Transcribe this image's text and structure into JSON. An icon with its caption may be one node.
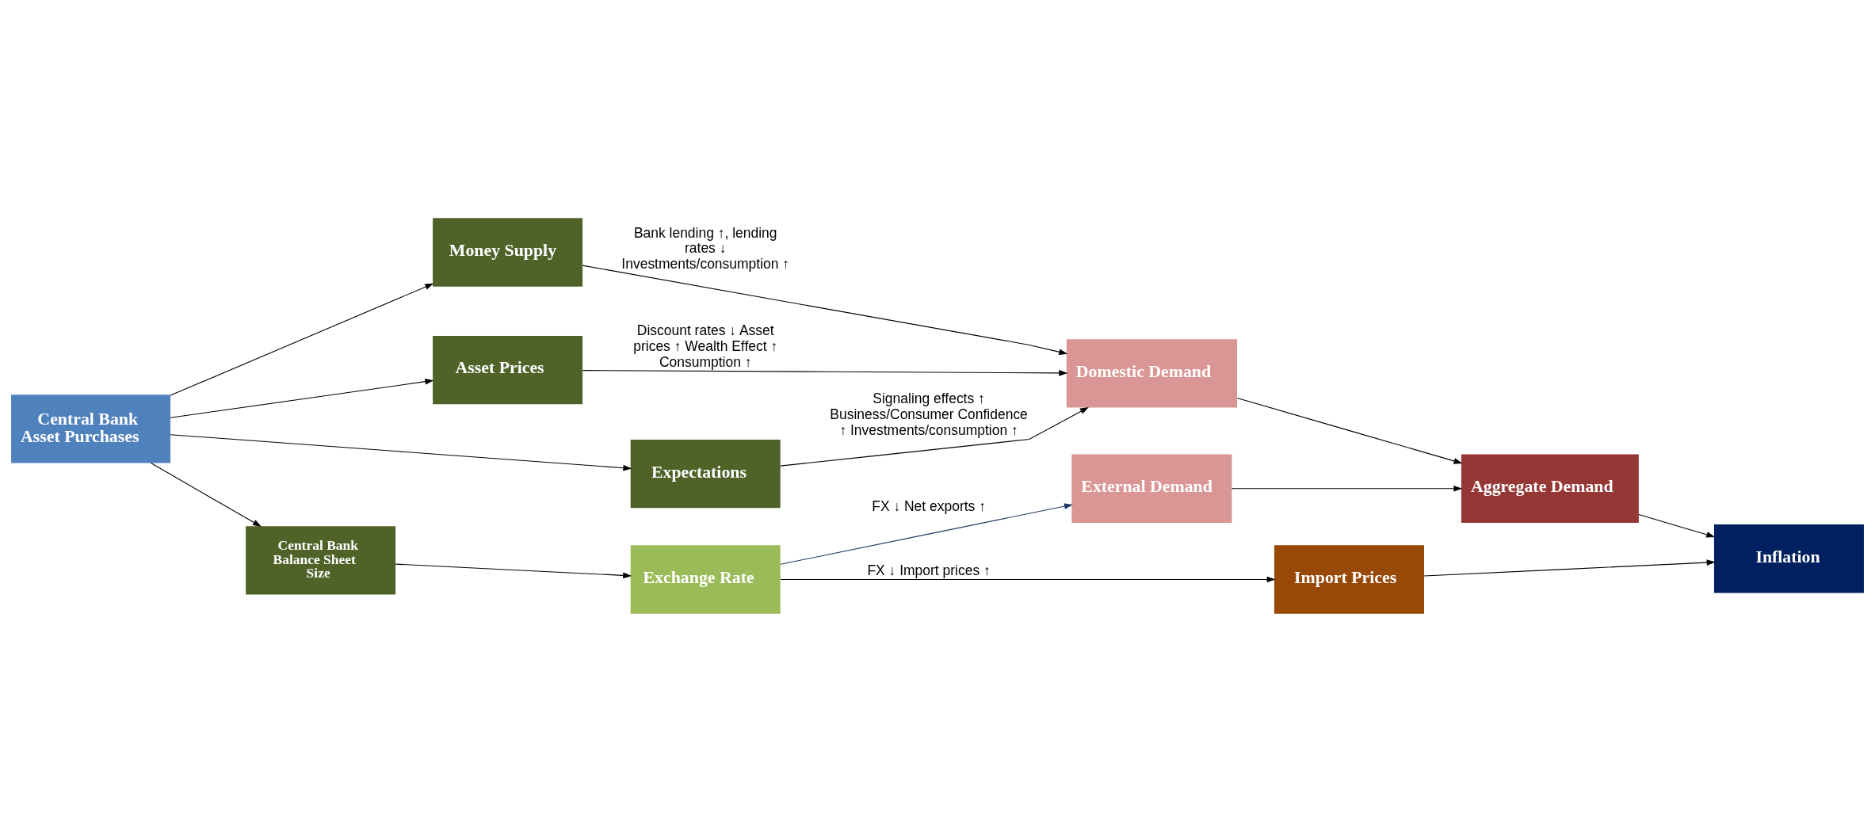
{
  "diagram": {
    "nodes": [
      {
        "text": [
          "Central Bank Asset Purchases"
        ]
      },
      {
        "text": [
          "Money Supply"
        ]
      },
      {
        "text": [
          "Asset Prices"
        ]
      },
      {
        "text": [
          "Expectations"
        ]
      },
      {
        "text": [
          "Central Bank Balance Sheet Size"
        ]
      },
      {
        "text": [
          "Exchange Rate"
        ]
      },
      {
        "text": [
          "Domestic Demand"
        ]
      },
      {
        "text": [
          "External Demand"
        ]
      },
      {
        "text": [
          "Aggregate Demand"
        ]
      },
      {
        "text": [
          "Import Prices"
        ]
      },
      {
        "text": [
          "Inflation"
        ]
      }
    ],
    "edges": [
      {
        "from": 0,
        "to": 1,
        "arrow": "to"
      },
      {
        "from": 0,
        "to": 2,
        "arrow": "to"
      },
      {
        "from": 0,
        "to": 3,
        "arrow": "to"
      },
      {
        "from": 0,
        "to": 4,
        "arrow": "to"
      },
      {
        "from": 1,
        "to": 6,
        "arrow": "to",
        "label": "Bank lending ↑, lending rates ↓ Investments/consumption ↑"
      },
      {
        "from": 2,
        "to": 6,
        "arrow": "to",
        "label": "Discount rates ↓ Asset prices ↑ Wealth Effect ↑ Consumption ↑"
      },
      {
        "from": 3,
        "to": 6,
        "arrow": "to",
        "label": "Signaling effects ↑ Business/Consumer Confidence ↑ Investments/consumption ↑"
      },
      {
        "from": 4,
        "to": 5,
        "arrow": "to"
      },
      {
        "from": 5,
        "to": 7,
        "arrow": "to",
        "label": "FX ↓ Net exports ↑",
        "color": "#1f3864"
      },
      {
        "from": 5,
        "to": 9,
        "arrow": "to",
        "label": "FX ↓ Import prices ↑"
      },
      {
        "from": 6,
        "to": 8,
        "arrow": "to"
      },
      {
        "from": 7,
        "to": 8,
        "arrow": "to"
      },
      {
        "from": 8,
        "to": 10,
        "arrow": "to"
      },
      {
        "from": 9,
        "to": 10,
        "arrow": "to"
      }
    ]
  }
}
